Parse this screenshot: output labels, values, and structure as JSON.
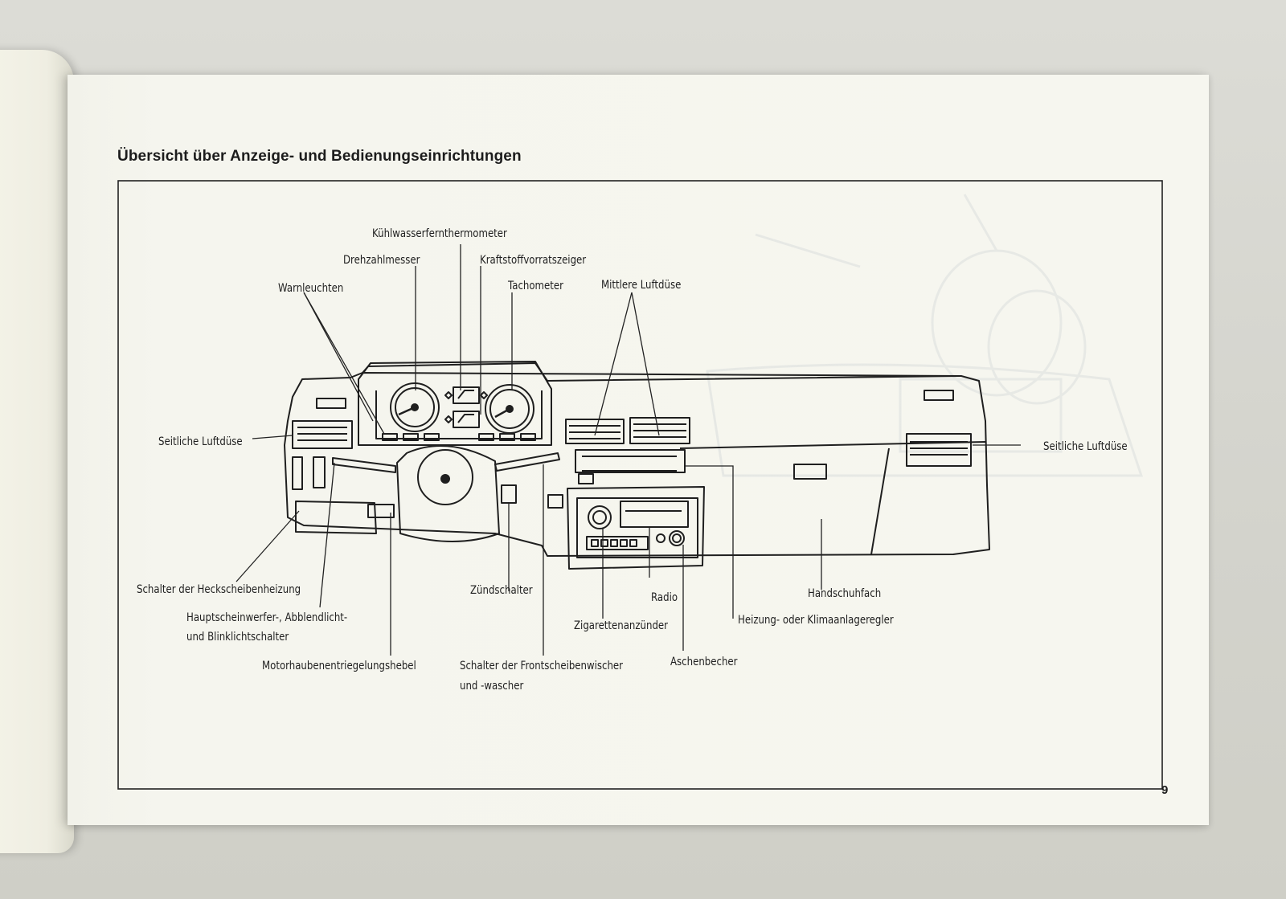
{
  "title": "Übersicht über Anzeige- und Bedienungseinrichtungen",
  "page_number": "9",
  "labels": {
    "kuehlwasser": "Kühlwasserfernthermometer",
    "drehzahl": "Drehzahlmesser",
    "kraftstoff": "Kraftstoffvorratszeiger",
    "warnleuchten": "Warnleuchten",
    "tachometer": "Tachometer",
    "mittlere_luftduese": "Mittlere Luftdüse",
    "seitliche_luftduese_left": "Seitliche Luftdüse",
    "seitliche_luftduese_right": "Seitliche Luftdüse",
    "heckscheibenheizung": "Schalter der Heckscheibenheizung",
    "hauptscheinwerfer_line1": "Hauptscheinwerfer-, Abblendlicht-",
    "hauptscheinwerfer_line2": "und Blinklichtschalter",
    "motorhaube": "Motorhaubenentriegelungshebel",
    "zuendschalter": "Zündschalter",
    "frontscheibenwischer_line1": "Schalter der Frontscheibenwischer",
    "frontscheibenwischer_line2": "und -wascher",
    "radio": "Radio",
    "zigarettenanzuender": "Zigarettenanzünder",
    "aschenbecher": "Aschenbecher",
    "heizung": "Heizung- oder Klimaanlageregler",
    "handschuhfach": "Handschuhfach"
  }
}
